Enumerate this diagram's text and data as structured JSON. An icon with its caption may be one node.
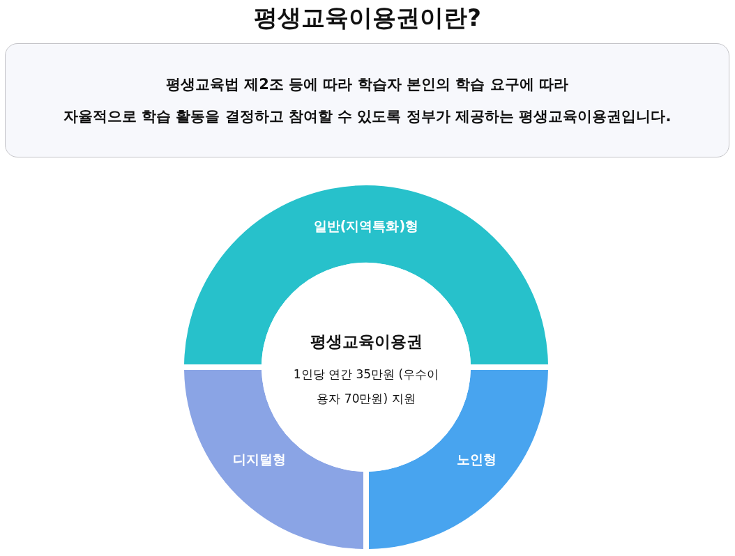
{
  "diagram": {
    "title": "평생교육이용권이란?",
    "nodes": [
      {
        "text": [
          "평생교육법 제2조 등에 따라 학습자 본인의 학습 요구에 따라",
          "자율적으로 학습 활동을 결정하고 참여할 수 있도록 정부가 제공하는 평생교육이용권입니다."
        ]
      },
      {
        "text": [
          "일반(지역특화)형"
        ]
      },
      {
        "text": [
          "디지털형"
        ]
      },
      {
        "text": [
          "노인형"
        ]
      },
      {
        "text": [
          "평생교육이용권",
          "1인당 연간 35만원 (우수이용자 70만원) 지원"
        ]
      }
    ]
  }
}
